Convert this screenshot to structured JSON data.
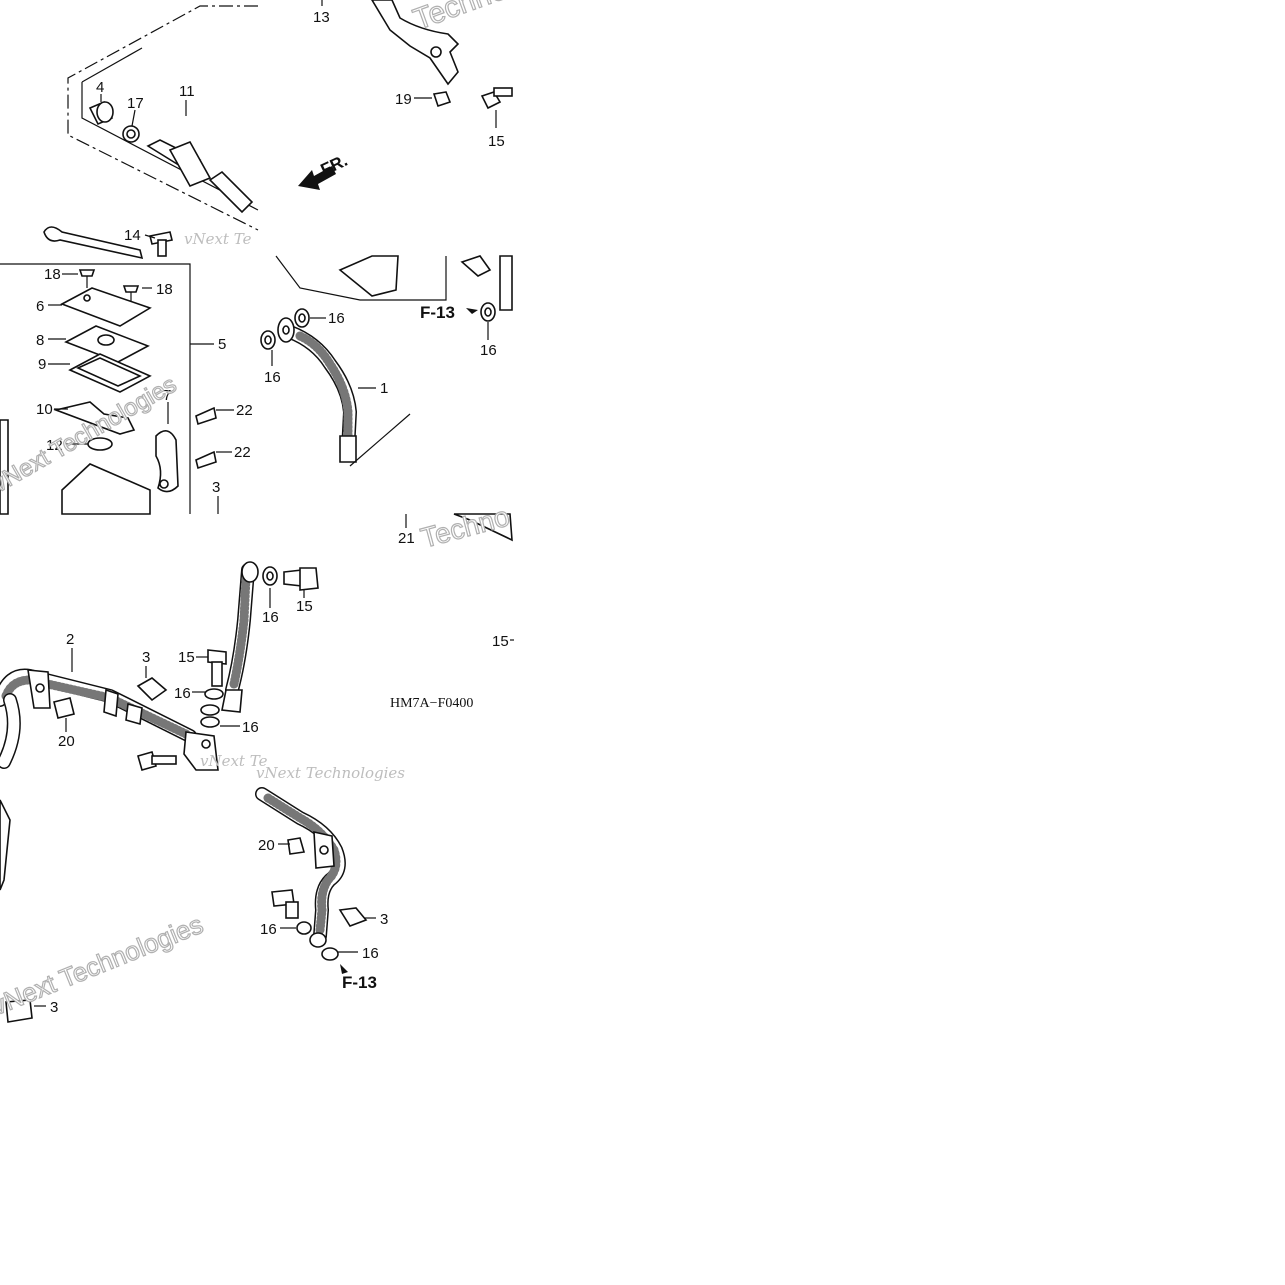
{
  "diagram_code": "HM7A−F0400",
  "direction_label": "FR.",
  "section_refs": [
    "F-13",
    "F-13"
  ],
  "callouts": {
    "c13": "13",
    "c19": "19",
    "c15a": "15",
    "c4": "4",
    "c17": "17",
    "c11": "11",
    "c14": "14",
    "c18a": "18",
    "c18b": "18",
    "c6": "6",
    "c5": "5",
    "c8": "8",
    "c9": "9",
    "c10": "10",
    "c12": "12",
    "c7": "7",
    "c22a": "22",
    "c22b": "22",
    "c3a": "3",
    "c16a": "16",
    "c16b": "16",
    "c16c": "16",
    "c1": "1",
    "c21": "21",
    "c15b": "15",
    "c16d": "16",
    "c15c": "15",
    "c2": "2",
    "c3b": "3",
    "c15d": "15",
    "c16e": "16",
    "c16f": "16",
    "c20a": "20",
    "c20b": "20",
    "c16g": "16",
    "c3c": "3",
    "c16h": "16",
    "c3d": "3"
  },
  "watermark": [
    "vNext Technologies",
    "vNext Te",
    "Techno"
  ]
}
